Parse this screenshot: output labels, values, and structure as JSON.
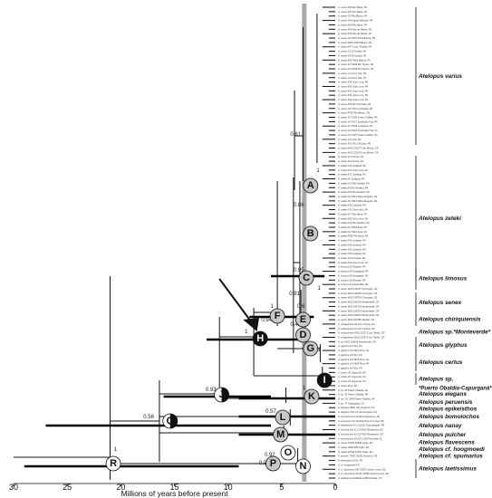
{
  "axis": {
    "label": "Millions of years before present",
    "ticks": [
      "30",
      "25",
      "20",
      "15",
      "10",
      "5",
      "0"
    ]
  },
  "nodes": [
    {
      "letter": "A",
      "style": "grey"
    },
    {
      "letter": "B",
      "style": "grey"
    },
    {
      "letter": "C",
      "style": "grey"
    },
    {
      "letter": "D",
      "style": "grey"
    },
    {
      "letter": "E",
      "style": "grey"
    },
    {
      "letter": "F",
      "style": "grey"
    },
    {
      "letter": "G",
      "style": "grey"
    },
    {
      "letter": "H",
      "style": "black"
    },
    {
      "letter": "I",
      "style": "black"
    },
    {
      "letter": "J",
      "style": "half"
    },
    {
      "letter": "K",
      "style": "grey"
    },
    {
      "letter": "L",
      "style": "grey"
    },
    {
      "letter": "M",
      "style": "grey"
    },
    {
      "letter": "N",
      "style": "white"
    },
    {
      "letter": "O",
      "style": "white"
    },
    {
      "letter": "P",
      "style": "grey"
    },
    {
      "letter": "Q",
      "style": "half"
    },
    {
      "letter": "R",
      "style": "white"
    }
  ],
  "support_values": [
    "1",
    "0.56",
    "0.93",
    "1",
    "0.94",
    "1",
    "0.92",
    "0.57",
    "0.91",
    "0.81",
    "0.95",
    "0.86",
    "0.6",
    "0.42",
    "1",
    "1",
    "1",
    "0.92",
    "1"
  ],
  "clades": [
    {
      "name": "Atelopus varius"
    },
    {
      "name": "Atelopus zeteki"
    },
    {
      "name": "Atelopus limosus"
    },
    {
      "name": "Atelopus senex"
    },
    {
      "name": "Atelopus chiriquiensis"
    },
    {
      "name": "Atelopus sp.*Monteverde*"
    },
    {
      "name": "Atelopus glyphus"
    },
    {
      "name": "Atelopus certus"
    },
    {
      "name": "Atelopus sp."
    },
    {
      "name": "*Puerto Obaldia-Capurganá*"
    },
    {
      "name": "Atelopus elegans"
    },
    {
      "name": "Atelopus peruensis"
    },
    {
      "name": "Atelopus epikeisthos"
    },
    {
      "name": "Atelopus bomolochos"
    },
    {
      "name": "Atelopus nanay"
    },
    {
      "name": "Atelopus pulcher"
    },
    {
      "name": "Atelopus flavescens"
    },
    {
      "name": "Atelopus cf. hoogmoedi"
    },
    {
      "name": "Atelopus cf. spumarius"
    },
    {
      "name": "Atelopus laetissimus"
    }
  ],
  "tips": [
    "A. varius K36 Rio Maria, PA",
    "A. varius K37 Rio Maria, PA",
    "A. varius G3 Rio Blanco, PA",
    "A. varius K45 Aguas Blancas, PA",
    "A. varius K33 Rio Maria, PA",
    "A. varius K40 Alto de Piedra, PA",
    "A. varius K48 Alto de Piedra, PA",
    "A. varius CH 5637 Peña Blanca, PA",
    "A. varius P801 Peña Blanca, PA",
    "A. varius K47 Loma Trinidad, PA",
    "A. varius G1 El Guabal, PA",
    "A. varius G5 El Guabal, PA",
    "A. varius K31 Peña Blanca, PA",
    "A. varius CH 5634 Rio Tigrero, PA",
    "A. varius CH 5639 Rio Tigrero, PA",
    "A. varius L1 Cerro Tute, PA",
    "A. varius L2 Cerro Tute, PA",
    "A. varius K38 Juan Luna, PA",
    "A. varius K39 Juan Luna, PA",
    "A. varius K43 Juan Luna, PA",
    "A. varius K41 Juan Luna, PA",
    "A. varius K42 Juan Luna, PA",
    "A. varius K35 Rio Colorado, PA",
    "A. varius CH 5151 La Eneida, PA",
    "A. varius P782 Rio Blanco, PA",
    "A. varius CH 5208 Cuatro Callitas, PA",
    "A. varius CH 5417 Quebrada Tula, PA",
    "A. varius CH 5164 La Sapera, PA",
    "A. varius CH 5418 Quebrada Tula, PA",
    "A. varius CH 5207 Cuatro Callitas, PA",
    "A. varius L3 Cope, PA",
    "A. varius K32 Rio Colorado, PA",
    "A. varius MVZ 223277 Las Alturas, CR",
    "A. varius MVZ 223276 Las Alturas, CR",
    "A. varius 21 Fortuna, PA",
    "A. varius 22 Fortuna, PA",
    "A. zeteki K19 Jordanal, PA",
    "A. zeteki K37 Juan Luna, PA",
    "A. zeteki K17 Jordanal, PA",
    "A. zeteki K8 Jordanal, PA",
    "A. zeteki K10 Rio Farallon, PA",
    "A. zeteki K8 Rio Farallon, PA",
    "A. zeteki K24 Rio Farallon, PA",
    "A. zeteki CH 5412 Mata Ahogado, PA",
    "A. zeteki CH 5413 Mata Ahogado, PA",
    "A. zeteki K34 Jordanal, PA",
    "A. zeteki K33 Cerro Azul, PA",
    "A. zeteki K27 Rio Maria, PA",
    "A. zeteki K04 Cerro Azul, PA",
    "A. zeteki K23 Rio Farallon, PA",
    "A. zeteki CH 5363 Sora, PA",
    "A. zeteki CH 5414 Sora, PA",
    "A. zeteki P802 Rio Maria, PA",
    "A. zeteki K34 Jordanal, PA",
    "A. zeteki K36 Jordanal, PA",
    "A. zeteki K35 Jordanal, PA",
    "A. zeteki K38 Jordanal, PA",
    "A. zeteki 13 Campana, PA",
    "A. zeteki K40 Juan Luna, PA",
    "A. limosus 01 Pequeni, PA",
    "A. limosus 05 Nusagandi, PA",
    "A. limosus 06 Nusagandi, PA",
    "A. limosus 20 Pequeni, PA",
    "A. limosus 24 Santa Rita, PA",
    "A. senex MVZ 149737 Chompipe, CR",
    "A. senex MVZ 149736 Chompipe, CR",
    "A. senex MVZ 149735 Chompipe, CR",
    "A. senex MVZ 186728 Monteverde, CR",
    "A. senex MVZ 186724 Monteverde, CR",
    "A. senex MVZ 186726 Monteverde, CR",
    "A. senex MVZ 164816 Monteverde, CR",
    "A. senex MVZ 202766 Tapanti, CR",
    "A. chiriquiensis 04 Cerro Punta, PA",
    "A. chiriquiensis 01 Cerro Punta, PA",
    "A. chiriquiensis MVZ 223273 Las Tablas, CR",
    "A. chiriquiensis MVZ 223274 Las Tablas, CR",
    "A. sp. MVZ 164816 Monteverde, CR",
    "A. glyphus 20 Pirre, PA",
    "A. glyphus CH 5614 Pirre, PA",
    "A. glyphus 24 Pirre, PA",
    "A. glyphus CH 5613 Pirre, PA",
    "A. glyphus CH 5640 Pirre, PA",
    "A. glyphus 01 Pirre, PA",
    "A. certus 24 Jingurudo, PA",
    "A. certus 25 Jingurudo, PA",
    "A. certus 23 Jingurudo, PA",
    "A. certus Pirre, PA",
    "A. sp. 28 Puerto Obaldia, PA",
    "A. sp. 30 Puerto Obaldia, PA",
    "A. sp. CH 3376 Puerto Obaldia, PA",
    "A. sp. 37 Capurgana, CO",
    "A. elegans AB21 Isla Gorgona, CO",
    "A. elegans VOX 31 Isla Gorgona, CO",
    "A. peruensis KU 211634 Cajamarca, PE",
    "A. peruensis KU 211644 Abra Comulica, PE",
    "A. epikeisthos KU 212222 Chachapoyas, PE",
    "A. bomolochos KU 217829 Pachanchic, EC",
    "A. bomolochos KU 217430 Pachanchic, EC",
    "A. bomolochos QCAZ 21125 Pauchilla, EC",
    "A. nanay TNHC 62994 Cajas, EC",
    "A. nanay OMH 606 Cajas, EC",
    "A. nanay QCAZ 12351 Cajas, EC",
    "A. pulcher TNHC 82031 Huanuco, PE",
    "A. flavescens K251, FG",
    "A. cf. hoogmoedi FG",
    "A. cf. spumarius MZ 15093 Canton Limon, EC",
    "A. cf. spumarius QCAZ 15096 Canton Limon, EC",
    "A. laetissimus ANDES-A 3664 Dibulla, CO"
  ]
}
